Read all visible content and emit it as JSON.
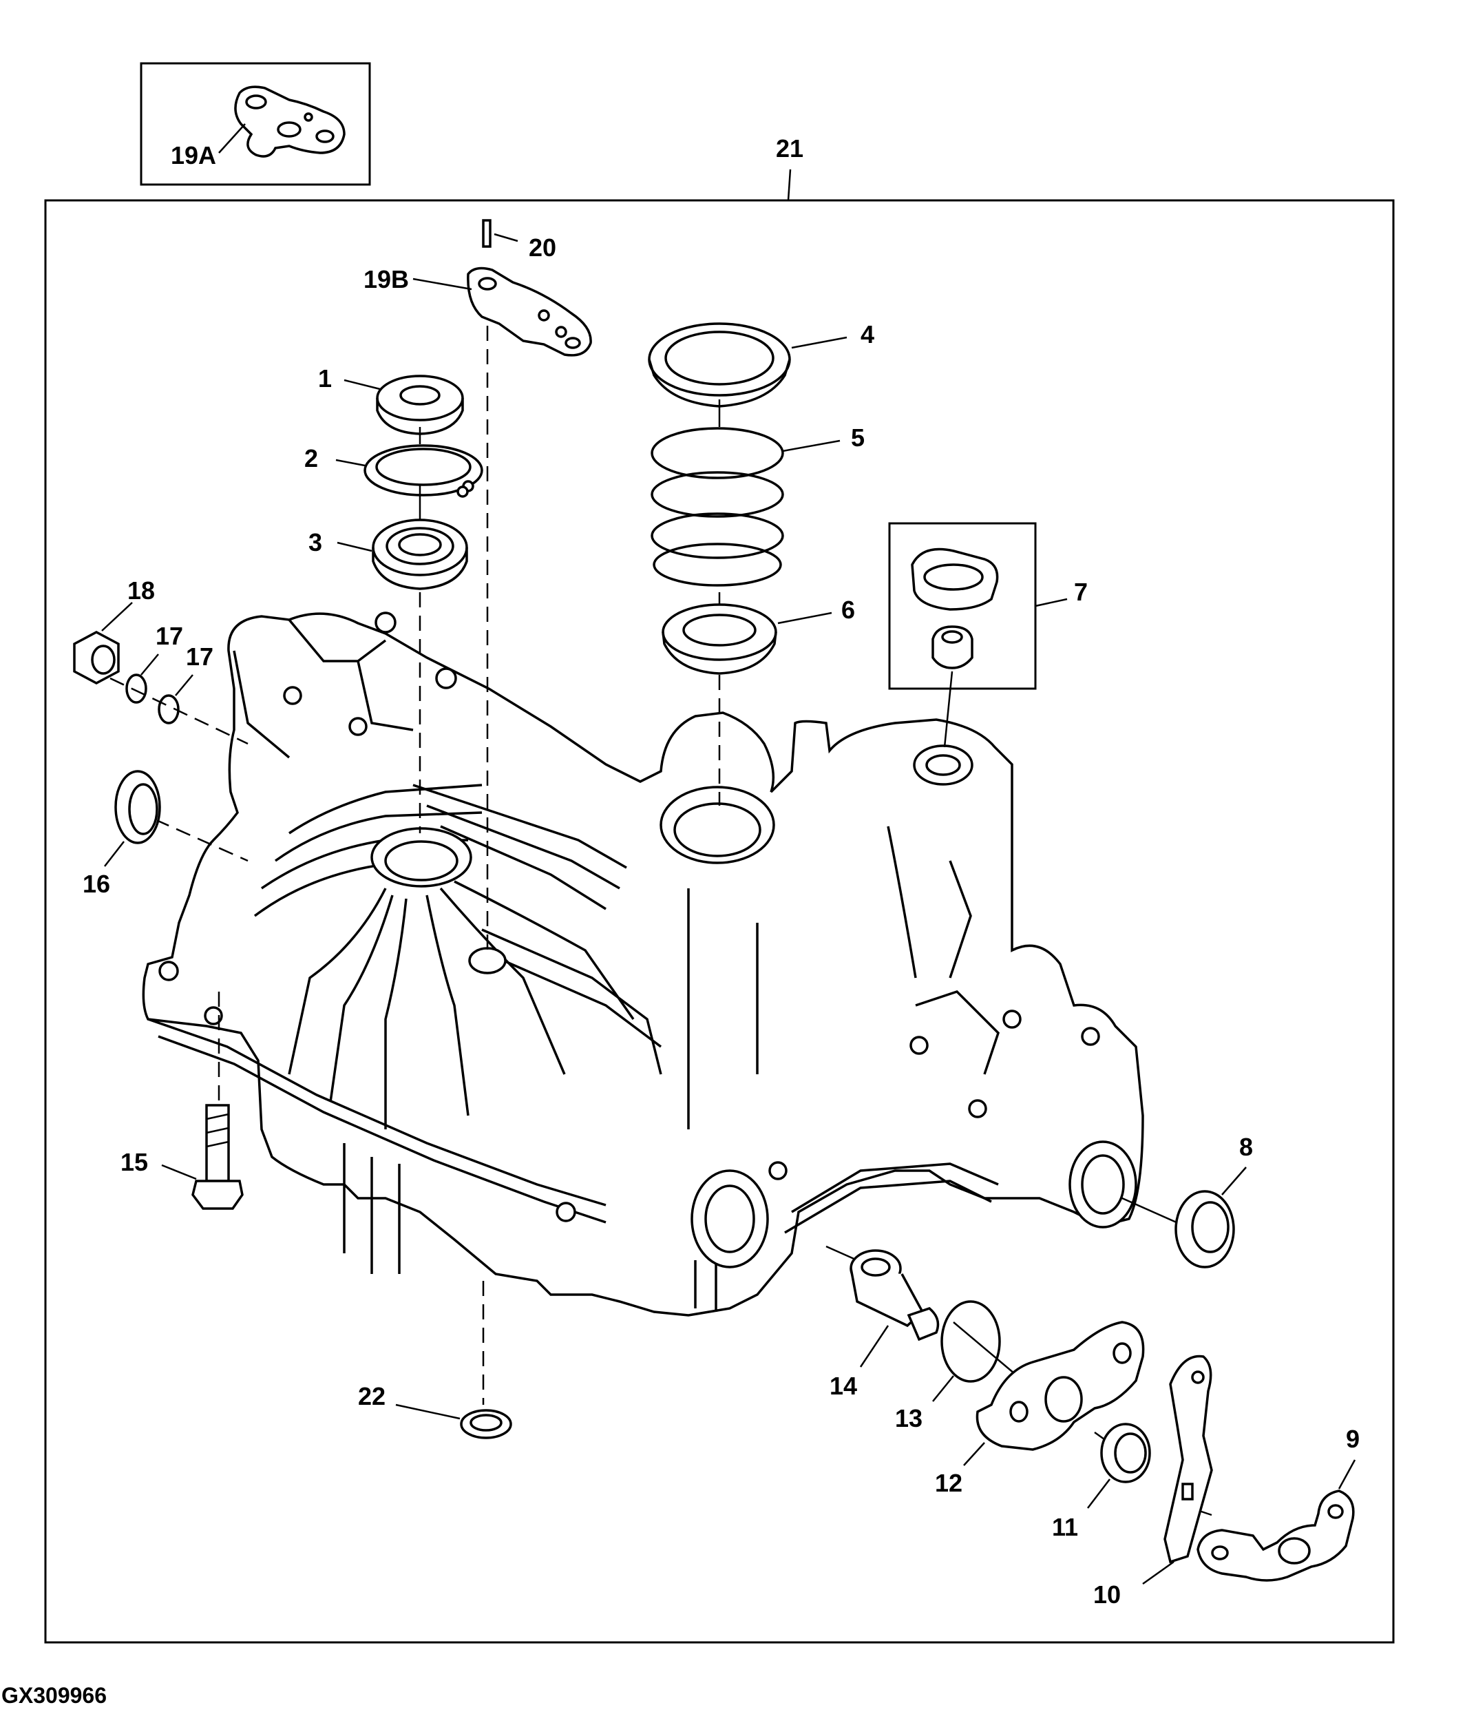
{
  "figure_id": "GX309966",
  "callouts": {
    "c1": "1",
    "c2": "2",
    "c3": "3",
    "c4": "4",
    "c5": "5",
    "c6": "6",
    "c7": "7",
    "c8": "8",
    "c9": "9",
    "c10": "10",
    "c11": "11",
    "c12": "12",
    "c13": "13",
    "c14": "14",
    "c15": "15",
    "c16": "16",
    "c17a": "17",
    "c17b": "17",
    "c18": "18",
    "c19a": "19A",
    "c19b": "19B",
    "c20": "20",
    "c21": "21",
    "c22": "22"
  }
}
